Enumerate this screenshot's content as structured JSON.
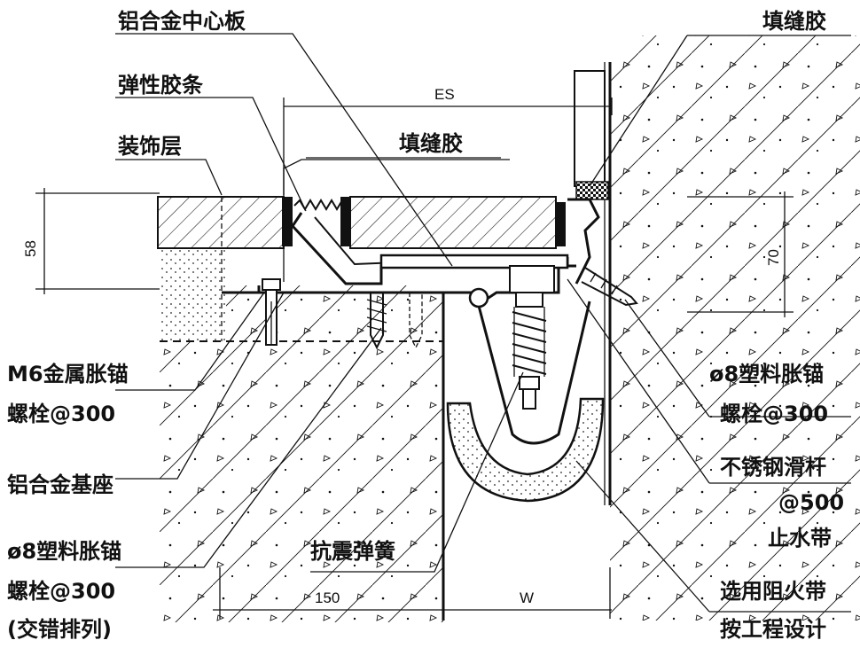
{
  "labels": {
    "center_plate": "铝合金中心板",
    "elastic_strip": "弹性胶条",
    "finish_layer": "装饰层",
    "filler_left": "填缝胶",
    "filler_right": "填缝胶",
    "m6_anchor_1": "M6金属胀锚",
    "m6_anchor_2": "螺栓@300",
    "base": "铝合金基座",
    "plastic_anchor_left_1": "ø8塑料胀锚",
    "plastic_anchor_left_2": "螺栓@300",
    "plastic_anchor_left_3": "(交错排列)",
    "spring": "抗震弹簧",
    "plastic_anchor_right_1": "ø8塑料胀锚",
    "plastic_anchor_right_2": "螺栓@300",
    "rod_1": "不锈钢滑杆",
    "rod_2": "@500",
    "waterstop": "止水带",
    "fire_belt_1": "选用阻火带",
    "fire_belt_2": "按工程设计"
  },
  "dimensions": {
    "es": "ES",
    "h58": "58",
    "h70": "70",
    "w150": "150",
    "w": "W"
  }
}
